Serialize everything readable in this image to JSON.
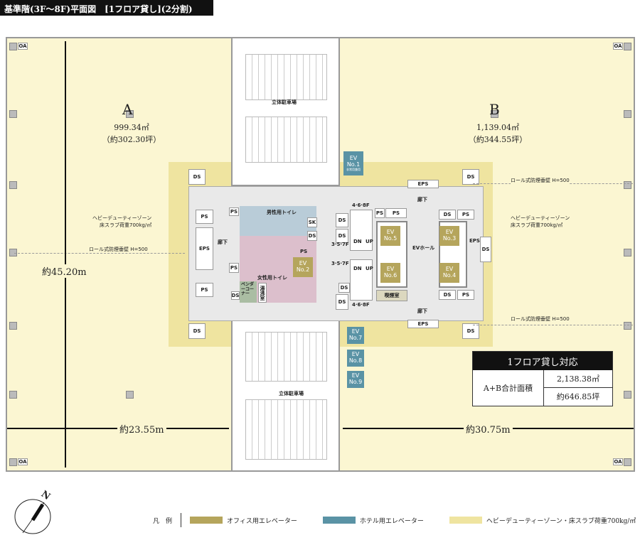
{
  "title": "基準階(3F～8F)平面図　[1フロア貸し](2分割)",
  "zones": {
    "A": {
      "name": "A",
      "area_m2": "999.34㎡",
      "area_tsubo": "（約302.30坪）"
    },
    "B": {
      "name": "B",
      "area_m2": "1,139.04㎡",
      "area_tsubo": "（約344.55坪）"
    }
  },
  "dimensions": {
    "height": "約45.20m",
    "width_a": "約23.55m",
    "width_b": "約30.75m"
  },
  "parking": {
    "label": "立体駐車場"
  },
  "heavy_zone": {
    "label_line1": "ヘビーデューティーゾーン",
    "label_line2": "床スラブ荷重700kg/㎡"
  },
  "smoke_barrier": "ロール式防煙垂壁 H=500",
  "rooms": {
    "ds": "DS",
    "ps": "PS",
    "eps": "EPS",
    "oa": "OA",
    "sk": "SK",
    "corridor": "廊下",
    "ev_hall": "EVホール",
    "mens_toilet": "男性用トイレ",
    "womens_toilet": "女性用トイレ",
    "vending": "ベンダーコーナー",
    "kitchenette": "湯沸室",
    "janitor": "喫煙室",
    "floors_468": "4·6·8F",
    "floors_357": "3·5·7F",
    "dn": "DN",
    "up": "UP"
  },
  "elevators": {
    "office": [
      {
        "label": "EV",
        "no": "No.2"
      },
      {
        "label": "EV",
        "no": "No.5"
      },
      {
        "label": "EV",
        "no": "No.6"
      },
      {
        "label": "EV",
        "no": "No.3"
      },
      {
        "label": "EV",
        "no": "No.4"
      }
    ],
    "hotel": [
      {
        "label": "EV",
        "no": "No.1",
        "note": "非常用兼用"
      },
      {
        "label": "EV",
        "no": "No.7"
      },
      {
        "label": "EV",
        "no": "No.8"
      },
      {
        "label": "EV",
        "no": "No.9"
      }
    ]
  },
  "summary": {
    "title": "1フロア貸し対応",
    "row_label": "A+B合計面積",
    "area_m2": "2,138.38㎡",
    "area_tsubo": "約646.85坪"
  },
  "compass": "N",
  "legend": {
    "title": "凡　例",
    "items": [
      "オフィス用エレベーター",
      "ホテル用エレベーター",
      "ヘビーデューティーゾーン・床スラブ荷重700kg/㎡"
    ]
  },
  "colors": {
    "office_ev": "#b5a55c",
    "hotel_ev": "#5a93a5",
    "heavy_zone": "#efe4a0",
    "office_floor": "#fbf6d2"
  }
}
